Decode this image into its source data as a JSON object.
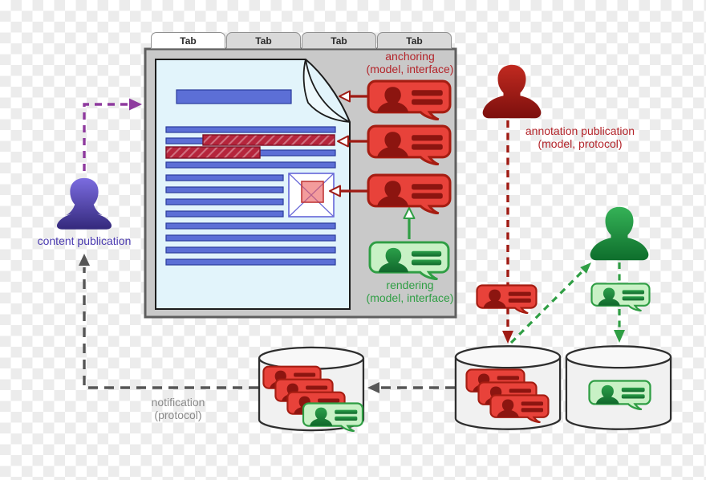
{
  "browser": {
    "tabs": [
      {
        "label": "Tab",
        "active": true
      },
      {
        "label": "Tab",
        "active": false
      },
      {
        "label": "Tab",
        "active": false
      },
      {
        "label": "Tab",
        "active": false
      }
    ]
  },
  "labels": {
    "anchoring": {
      "line1": "anchoring",
      "line2": "(model, interface)"
    },
    "rendering": {
      "line1": "rendering",
      "line2": "(model, interface)"
    },
    "annotation_publication": {
      "line1": "annotation publication",
      "line2": "(model, protocol)"
    },
    "content_publication": {
      "line1": "content publication"
    },
    "notification": {
      "line1": "notification",
      "line2": "(protocol)"
    }
  },
  "icons": {
    "annotation_red": "red-annotation-bubble-icon",
    "annotation_green": "green-annotation-bubble-icon",
    "user_red": "red-user-silhouette-icon",
    "user_green": "green-user-silhouette-icon",
    "user_purple": "purple-user-silhouette-icon",
    "database": "database-cylinder-icon",
    "page": "web-page-with-folded-corner-icon",
    "image_placeholder": "image-placeholder-icon"
  },
  "colors": {
    "annotation_red_fill": "#e8423a",
    "annotation_red_border": "#a51d12",
    "annotation_green_fill": "#c8f1c5",
    "annotation_green_border": "#2f9e44",
    "label_red": "#b3242a",
    "label_green": "#2f9e44",
    "label_purple": "#4a3ab0",
    "label_gray": "#8a8a8a",
    "arrow_purple": "#8e3a9e",
    "arrow_gray": "#565656",
    "highlight_red": "#b5253c",
    "text_line_blue": "#5c6fd6",
    "page_background": "#e2f4fb",
    "window_gray": "#c9c9c9"
  }
}
